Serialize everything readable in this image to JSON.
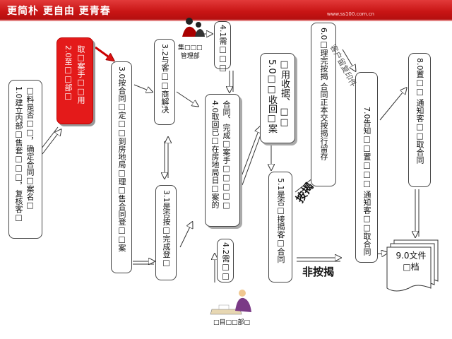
{
  "banner": {
    "slogan": "更简朴   更自由   更青春",
    "url": "www.ss100.com.cn"
  },
  "boxes": {
    "b1": [
      "1.0建立内部□售套□□□，复核客□",
      "□料是否□□，确定合同□案名□"
    ],
    "b2": [
      "2.0至□□部□",
      "取□案手□□用"
    ],
    "b3": [
      "3.0按合同□定□□到房地局□理□售合同登□□案"
    ],
    "b32": [
      "3.2与客□□商解决"
    ],
    "b31": [
      "3.1是否按□完成登□"
    ],
    "b41": [
      "4.1需□□□"
    ],
    "b4": [
      "4.0取回已□在房地局日□案的",
      "合同、完成□案手□□□□□"
    ],
    "b42": [
      "4.2需□□"
    ],
    "b5": [
      "5.0□□收回□案",
      "□用收据、□□"
    ],
    "b51": [
      "5.1是否□接揭客□合同"
    ],
    "b6": [
      "6.0□理完按揭  合同正本交按揭行留存"
    ],
    "b7": [
      "7.0告知□□置□□□  通知客□□取合同"
    ],
    "b8": [
      "8.0置□□  通知客□□取合同"
    ],
    "b9": [
      "9.0文件",
      "□档"
    ]
  },
  "labels": {
    "manager": "集□□□\n管理部",
    "client_note": "客户留复印件",
    "mortgage": "按揭",
    "non_mortgage": "非按揭",
    "clerk": "□目□□部□"
  }
}
